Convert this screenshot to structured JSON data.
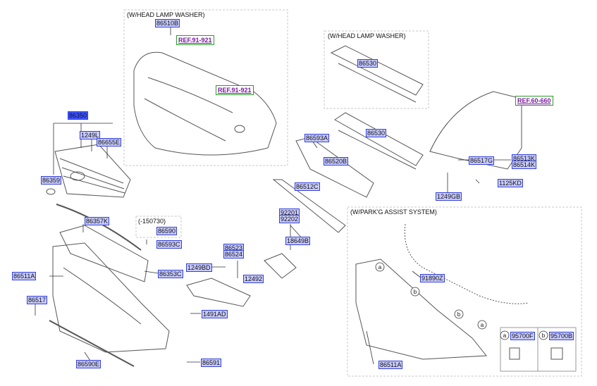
{
  "captions": {
    "box_top_washer": "(W/HEAD LAMP WASHER)",
    "box_right_washer": "(W/HEAD LAMP WASHER)",
    "box_parking": "(W/PARK'G ASSIST SYSTEM)",
    "box_date": "(-150730)"
  },
  "refs": [
    "REF.91-921",
    "REF.91-921",
    "REF.60-660"
  ],
  "parts": [
    "86510B",
    "86350",
    "1249L",
    "86655E",
    "86359",
    "86357K",
    "86590",
    "86593C",
    "86353C",
    "86511A",
    "86517",
    "86590E",
    "86591",
    "1491AD",
    "1249BD",
    "86523",
    "86524",
    "12492",
    "92201",
    "92202",
    "18649B",
    "86512C",
    "86520B",
    "86593A",
    "86530",
    "86530",
    "86517G",
    "86513K",
    "86514K",
    "1125KD",
    "1249GB",
    "91890Z",
    "86511A",
    "95700F",
    "95700B"
  ],
  "legend": {
    "a": "a",
    "b": "b"
  },
  "colors": {
    "part_bg": "#c9ccff",
    "part_selected_bg": "#3d52ff",
    "part_border": "#3340d8",
    "ref_border": "#2a9a2a",
    "ref_text": "#7a1aa0",
    "line": "#333333"
  }
}
